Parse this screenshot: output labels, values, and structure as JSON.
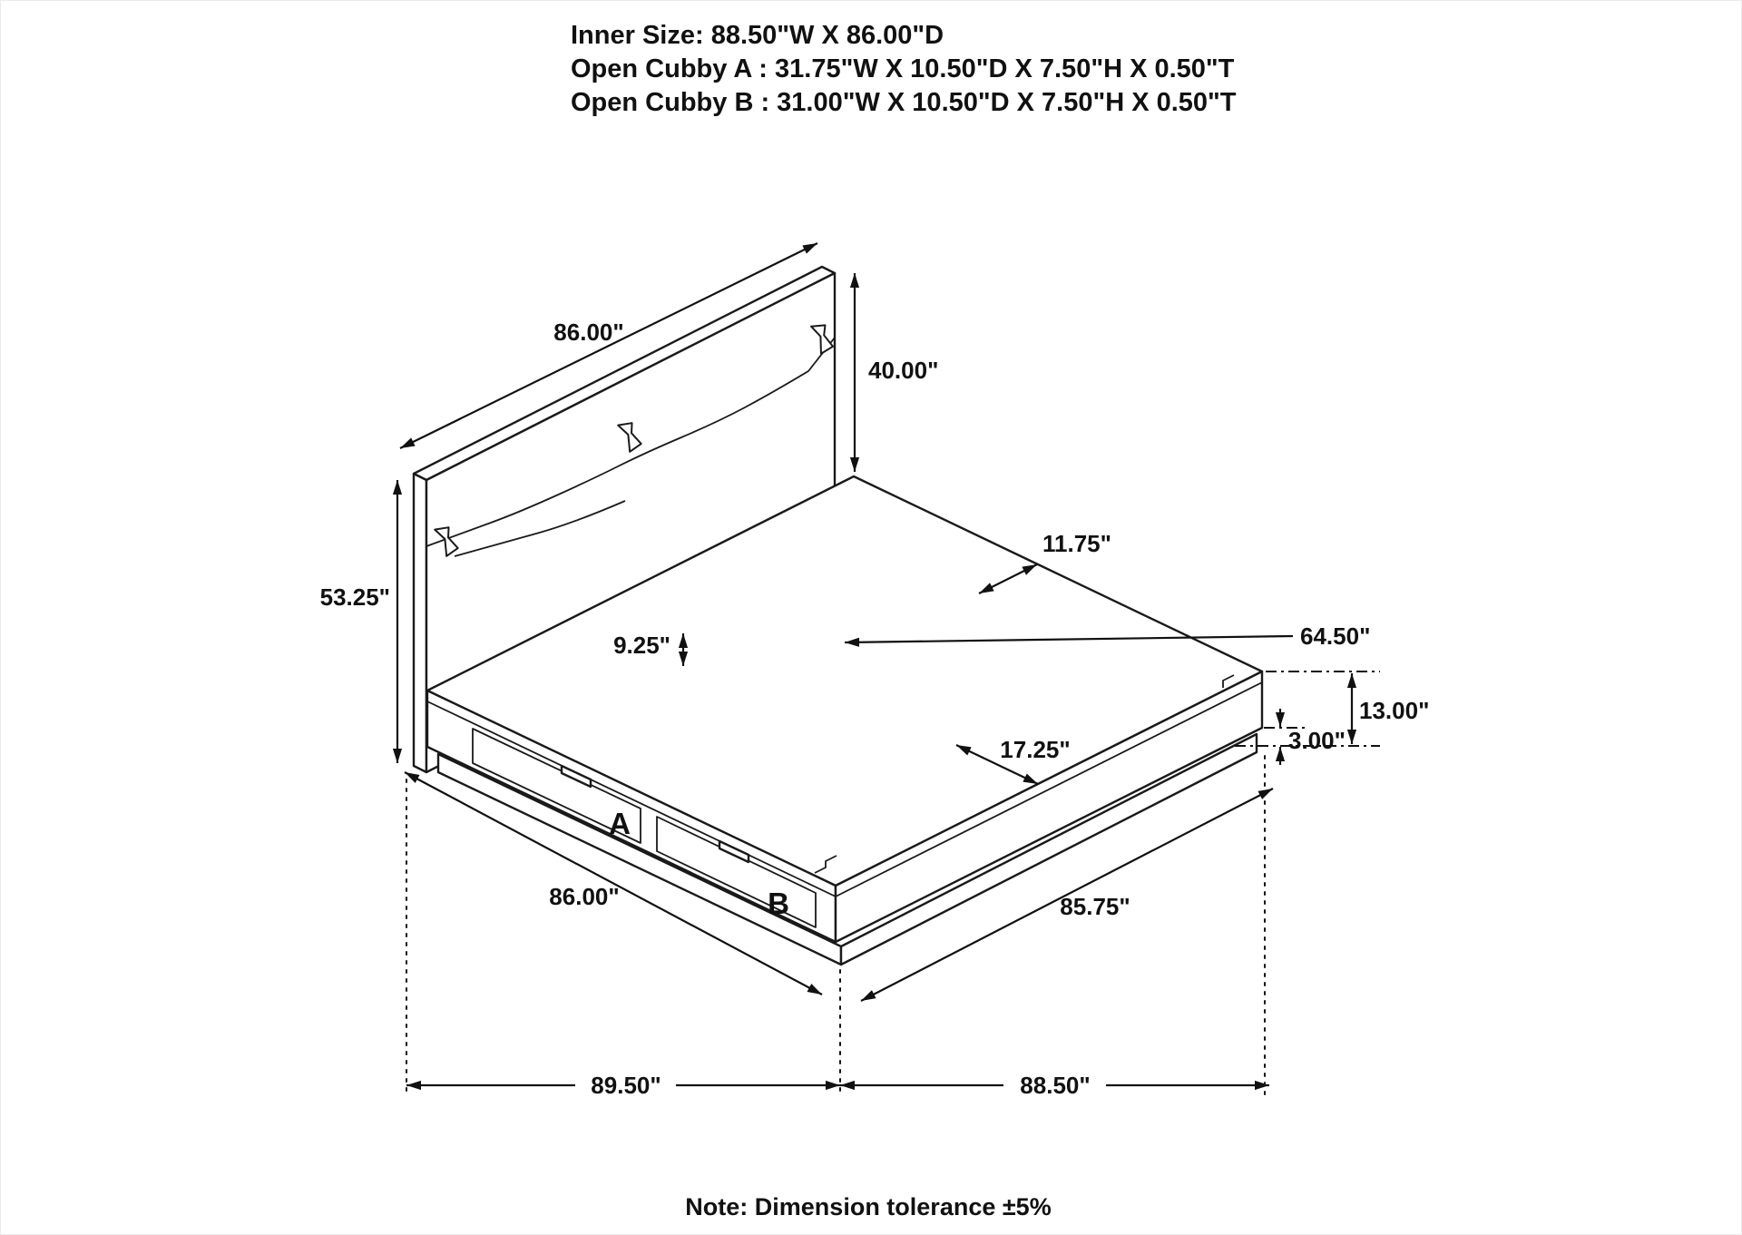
{
  "header": {
    "line1": "Inner Size: 88.50\"W X 86.00\"D",
    "line2": "Open Cubby A : 31.75\"W X 10.50\"D X 7.50\"H X 0.50\"T",
    "line3": "Open Cubby B : 31.00\"W X 10.50\"D X 7.50\"H X 0.50\"T"
  },
  "dimensions": {
    "headboard_width": "86.00\"",
    "headboard_upper_height": "40.00\"",
    "headboard_total_height": "53.25\"",
    "rear_border_width": "11.75\"",
    "slat_length": "64.50\"",
    "slat_spacing": "9.25\"",
    "platform_height": "13.00\"",
    "base_height": "3.00\"",
    "front_border_width": "17.25\"",
    "side_length": "86.00\"",
    "front_length": "85.75\"",
    "overall_depth": "89.50\"",
    "overall_width": "88.50\""
  },
  "cubbies": {
    "a": "A",
    "b": "B"
  },
  "note": "Note: Dimension tolerance ±5%",
  "colors": {
    "line": "#1a1a1a",
    "cubby_label": "#cc2229",
    "background": "#ffffff"
  }
}
